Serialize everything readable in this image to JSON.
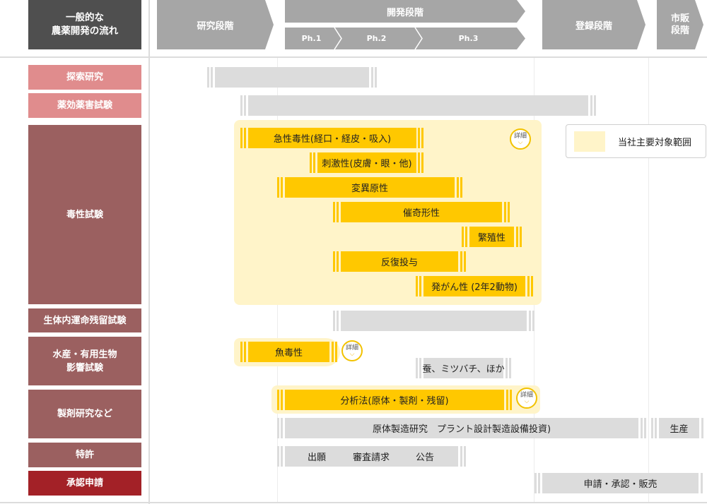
{
  "header": {
    "title_line1": "一般的な",
    "title_line2": "農薬開発の流れ",
    "phases": {
      "research": "研究段階",
      "development": "開発段階",
      "registration": "登録段階",
      "market_line1": "市販",
      "market_line2": "段階"
    },
    "subphases": [
      "Ph.1",
      "Ph.2",
      "Ph.3"
    ]
  },
  "rows": {
    "exploration": "探索研究",
    "efficacy": "薬効薬害試験",
    "toxicity": "毒性試験",
    "metabolism": "生体内運命残留試験",
    "aquatic_line1": "水産・有用生物",
    "aquatic_line2": "影響試験",
    "formulation": "製剤研究など",
    "patent": "特許",
    "application": "承認申請"
  },
  "bars": {
    "acute_toxicity": "急性毒性(経口・経皮・吸入)",
    "irritation": "刺激性(皮膚・眼・他)",
    "mutagenicity": "変異原性",
    "teratogenicity": "催奇形性",
    "reproduction": "繁殖性",
    "repeated_dose": "反復投与",
    "carcinogenicity": "発がん性 (2年2動物)",
    "fish_toxicity": "魚毒性",
    "silkworm_bee": "蚕、ミツバチ、ほか",
    "analysis": "分析法(原体・製剤・残留)",
    "manufacturing": "原体製造研究　プラント設計製造設備投資)",
    "production": "生産",
    "patent_filing": "出願",
    "patent_exam": "審査請求",
    "patent_publish": "公告",
    "approval": "申請・承認・販売"
  },
  "detail_label": "詳細",
  "legend": {
    "text": "当社主要対象範囲"
  },
  "colors": {
    "header_title": "#4f4f4f",
    "phase": "#a6a6a6",
    "label_pink": "#e08c8d",
    "label_brown": "#9b6060",
    "label_red": "#a32127",
    "bar_yellow": "#ffc800",
    "bar_gray": "#dcdcdc",
    "highlight": "#fff4c9"
  }
}
